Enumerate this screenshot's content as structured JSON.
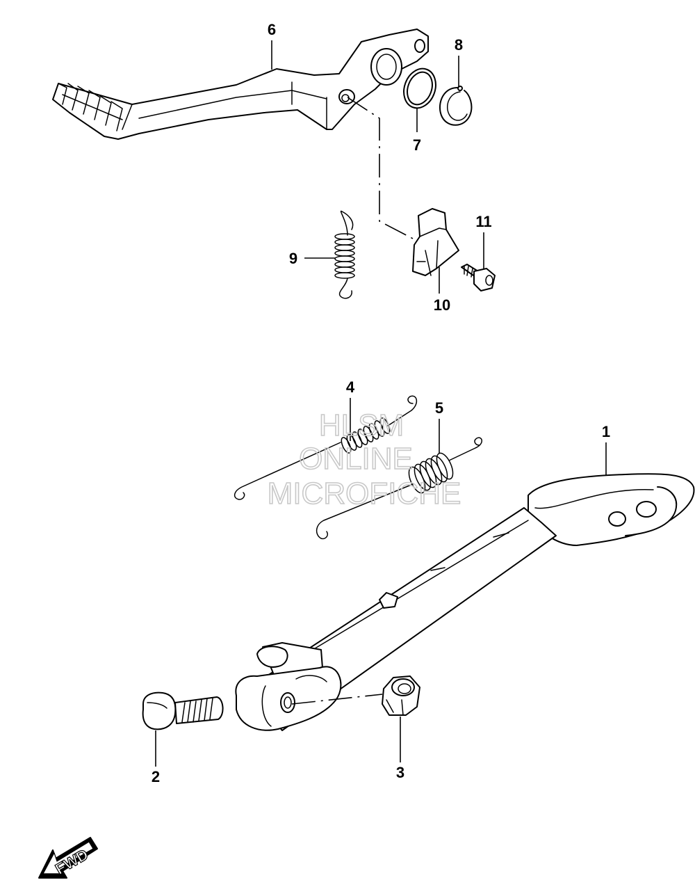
{
  "callouts": {
    "c1": "1",
    "c2": "2",
    "c3": "3",
    "c4": "4",
    "c5": "5",
    "c6": "6",
    "c7": "7",
    "c8": "8",
    "c9": "9",
    "c10": "10",
    "c11": "11"
  },
  "watermark": {
    "line1": "HLSM",
    "line2": "ONLINE",
    "line3": "MICROFICHE"
  },
  "direction_badge": "FWD",
  "colors": {
    "line": "#000000",
    "background": "#ffffff",
    "watermark": "#c8c8c8"
  }
}
